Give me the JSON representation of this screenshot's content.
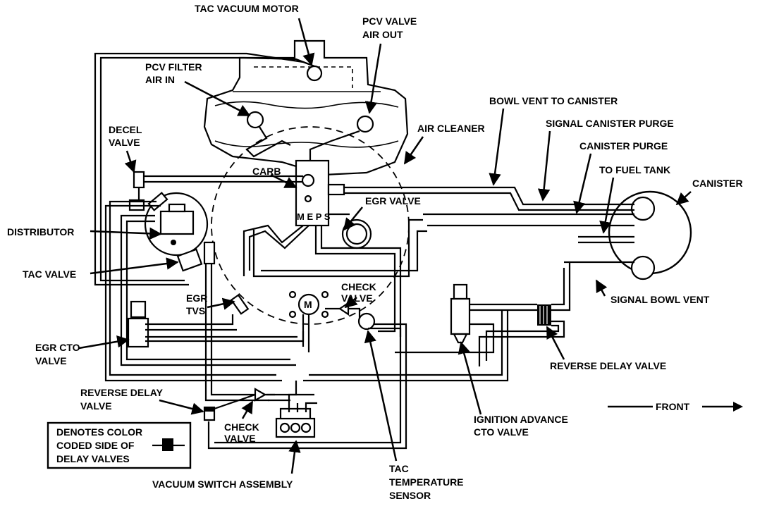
{
  "labels": {
    "tac_vacuum_motor": "TAC VACUUM MOTOR",
    "pcv_valve_l1": "PCV VALVE",
    "pcv_valve_l2": "AIR OUT",
    "pcv_filter_l1": "PCV FILTER",
    "pcv_filter_l2": "AIR IN",
    "decel_l1": "DECEL",
    "decel_l2": "VALVE",
    "carb": "CARB",
    "air_cleaner": "AIR CLEANER",
    "bowl_vent_to_canister": "BOWL VENT TO CANISTER",
    "signal_canister_purge": "SIGNAL CANISTER PURGE",
    "canister_purge": "CANISTER PURGE",
    "to_fuel_tank": "TO FUEL TANK",
    "canister": "CANISTER",
    "egr_valve": "EGR VALVE",
    "distributor": "DISTRIBUTOR",
    "tac_valve": "TAC VALVE",
    "egr_tvs_l1": "EGR",
    "egr_tvs_l2": "TVS",
    "check_valve_top_l1": "CHECK",
    "check_valve_top_l2": "VALVE",
    "signal_bowl_vent": "SIGNAL BOWL VENT",
    "egr_cto_l1": "EGR CTO",
    "egr_cto_l2": "VALVE",
    "reverse_delay_valve_right": "REVERSE DELAY VALVE",
    "reverse_delay_left_l1": "REVERSE DELAY",
    "reverse_delay_left_l2": "VALVE",
    "check_valve_bottom_l1": "CHECK",
    "check_valve_bottom_l2": "VALVE",
    "ignition_advance_l1": "IGNITION ADVANCE",
    "ignition_advance_l2": "CTO VALVE",
    "front": "FRONT",
    "vacuum_switch_assembly": "VACUUM SWITCH ASSEMBLY",
    "tac_temp_l1": "TAC",
    "tac_temp_l2": "TEMPERATURE",
    "tac_temp_l3": "SENSOR",
    "carb_ports": "M E P S",
    "motor_letter": "M"
  },
  "legend": {
    "line1": "DENOTES COLOR",
    "line2": "CODED SIDE OF",
    "line3": "DELAY VALVES"
  }
}
